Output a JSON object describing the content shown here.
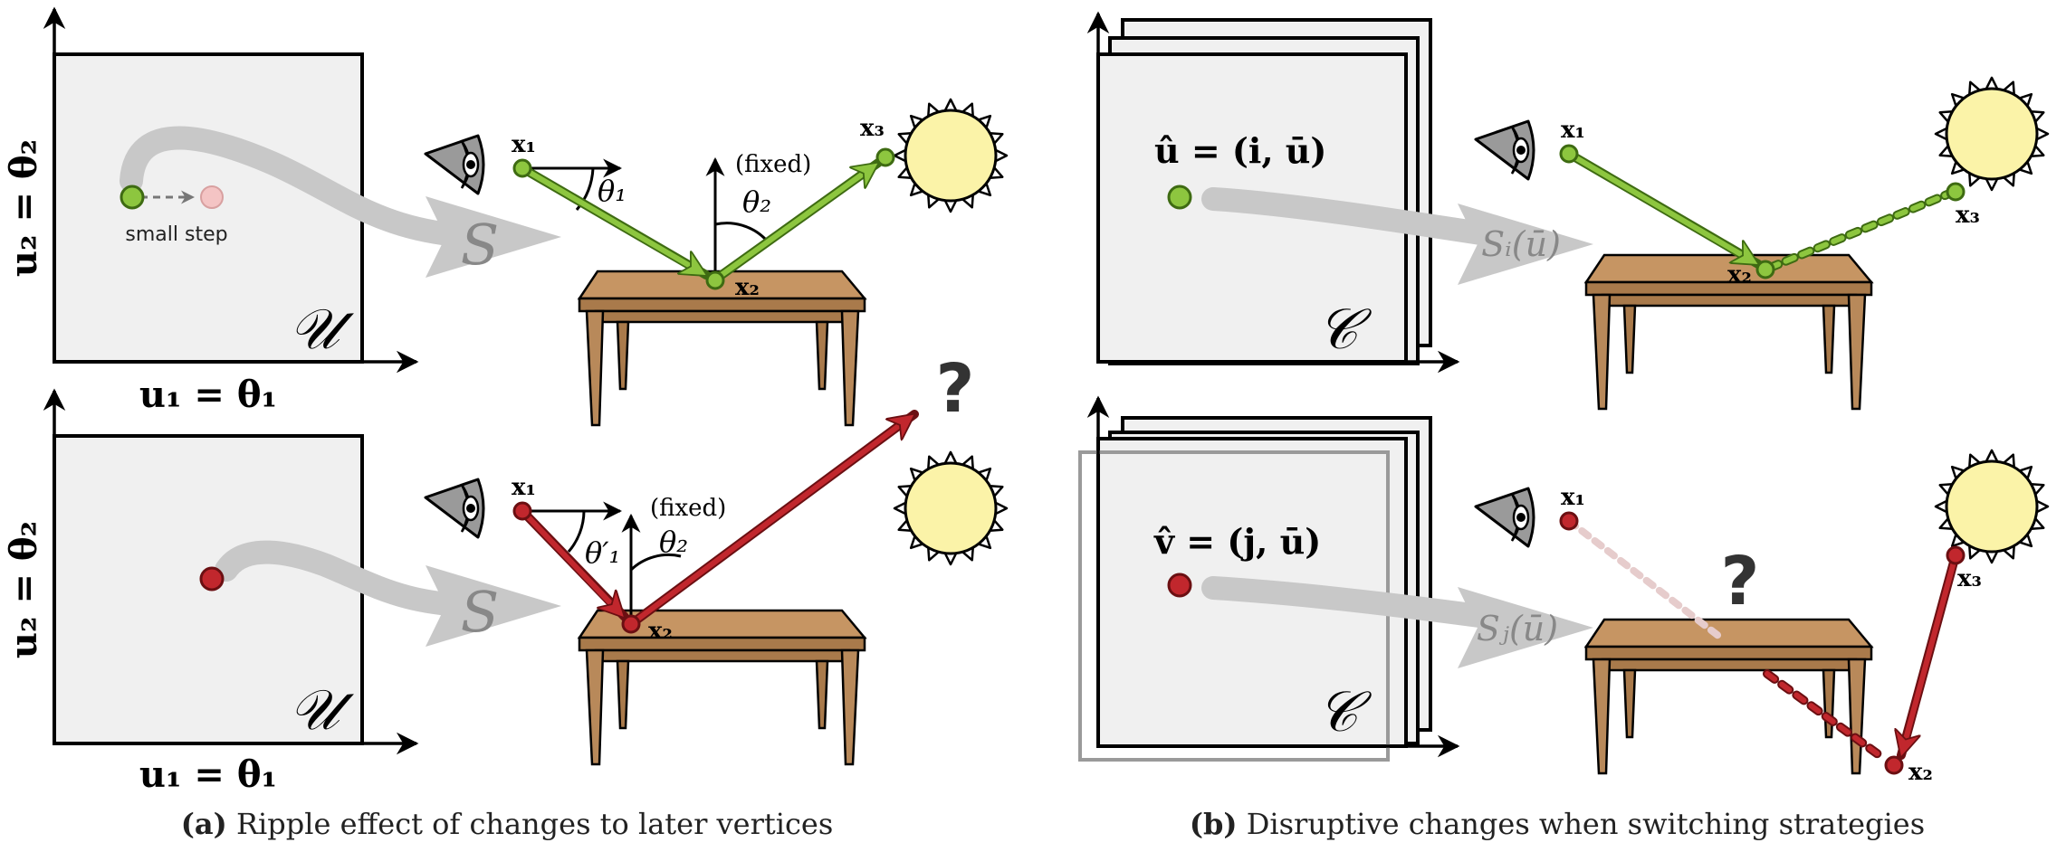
{
  "panel_a": {
    "caption_tag": "(a)",
    "caption_text": " Ripple effect of changes to later vertices",
    "top": {
      "y_axis": "u₂ = θ₂",
      "x_axis": "u₁ = θ₁",
      "domain_symbol": "𝒰",
      "step_label": "small step",
      "mapping": "S",
      "x1": "x₁",
      "x2": "x₂",
      "x3": "x₃",
      "theta1": "θ₁",
      "theta2": "θ₂",
      "fixed": "(fixed)"
    },
    "bottom": {
      "y_axis": "u₂ = θ₂",
      "x_axis": "u₁ = θ₁",
      "domain_symbol": "𝒰",
      "mapping": "S",
      "x1": "x₁",
      "x2": "x₂",
      "theta1p": "θ′₁",
      "theta2": "θ₂",
      "fixed": "(fixed)",
      "question": "?"
    }
  },
  "panel_b": {
    "caption_tag": "(b)",
    "caption_text": " Disruptive changes when switching strategies",
    "top": {
      "point_label": "û = (i, ū)",
      "domain_symbol": "𝒞",
      "mapping": "Sᵢ(ū)",
      "x1": "x₁",
      "x2": "x₂",
      "x3": "x₃"
    },
    "bottom": {
      "point_label": "v̂ = (j, ū)",
      "domain_symbol": "𝒞",
      "mapping": "Sⱼ(ū)",
      "x1": "x₁",
      "x2": "x₂",
      "x3": "x₃",
      "question": "?"
    }
  },
  "colors": {
    "green": "#8dc63f",
    "green_dark": "#3e6b12",
    "red": "#c1272d",
    "red_dark": "#6b0f12",
    "panel_fill": "#f0f0f0",
    "arrow_gray": "#c8c8c8",
    "table": "#b8895a",
    "sun": "#fbf3a8"
  }
}
